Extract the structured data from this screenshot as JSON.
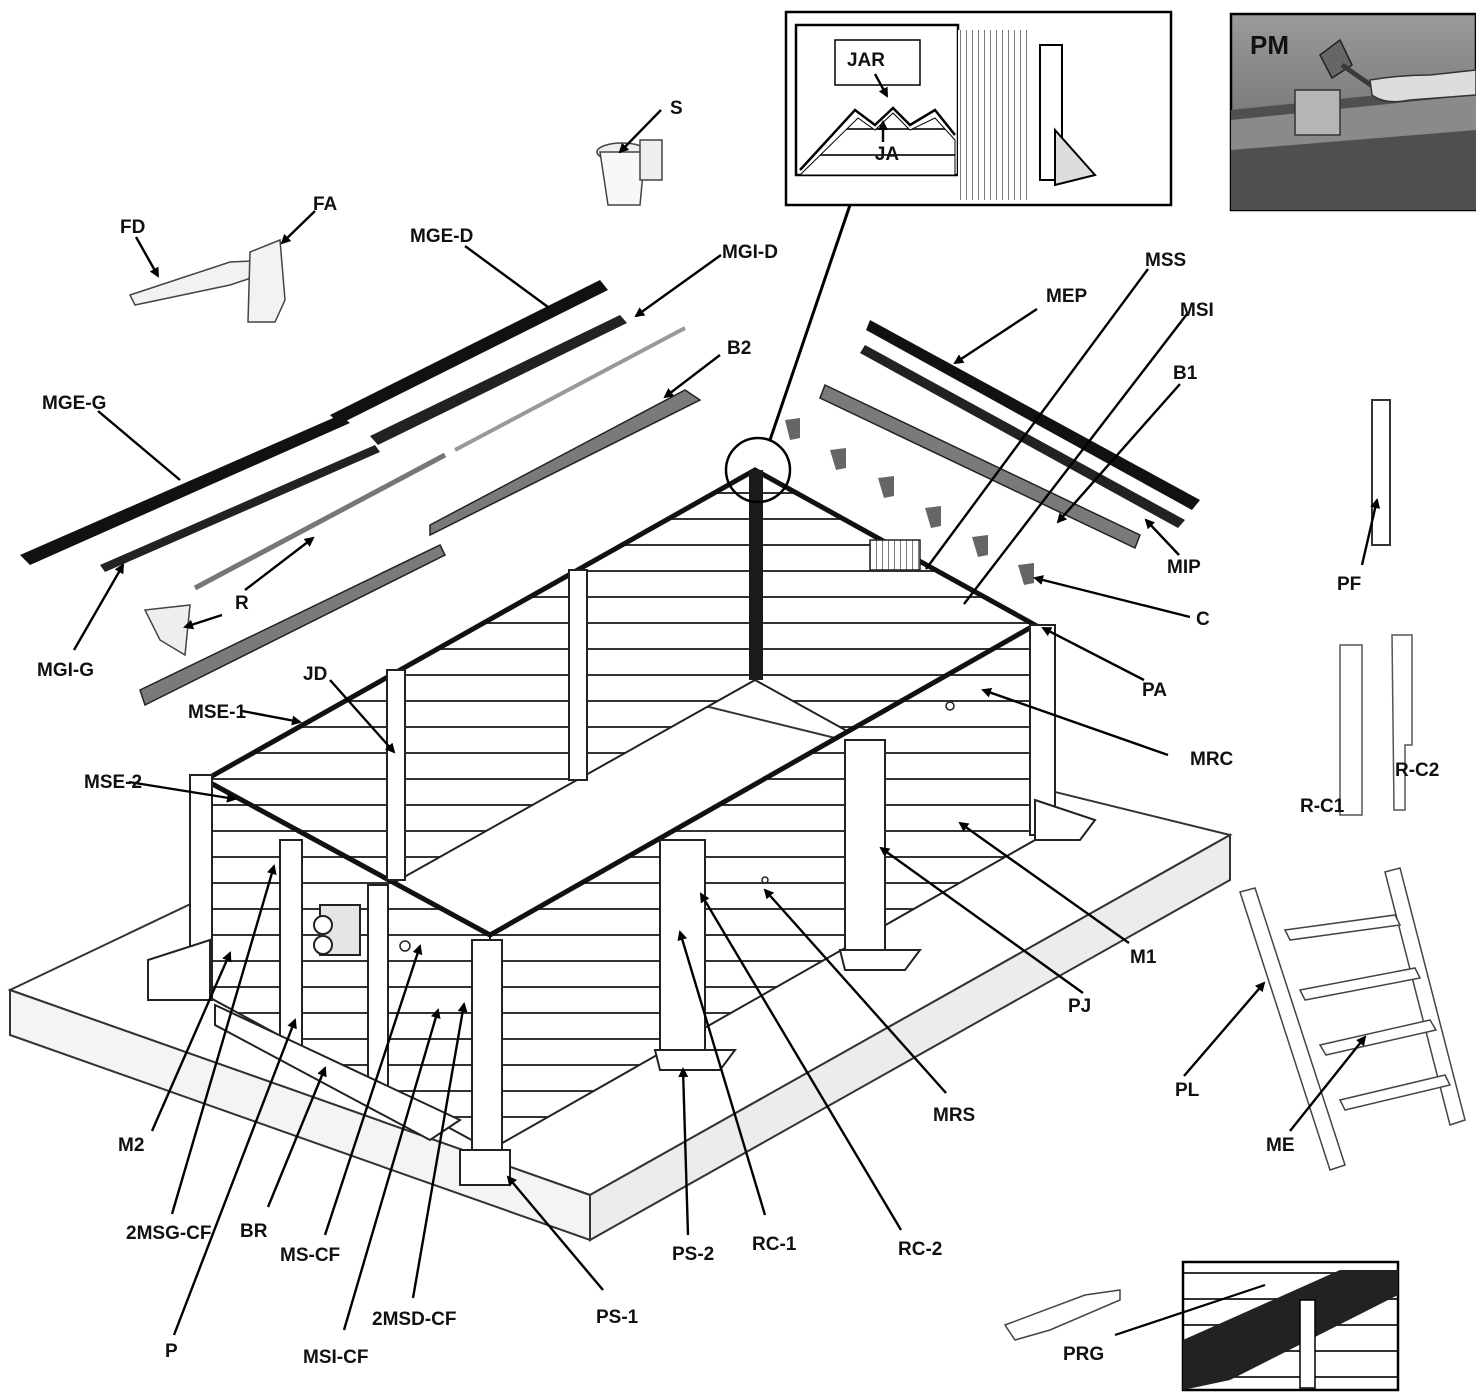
{
  "diagram": {
    "labels": {
      "S": "S",
      "FA": "FA",
      "FD": "FD",
      "MGE_D": "MGE-D",
      "MGI_D": "MGI-D",
      "MSS": "MSS",
      "MSI": "MSI",
      "MEP": "MEP",
      "B2": "B2",
      "B1": "B1",
      "MGE_G": "MGE-G",
      "MGI_G": "MGI-G",
      "R": "R",
      "MIP": "MIP",
      "C": "C",
      "PF": "PF",
      "JD": "JD",
      "MSE_1": "MSE-1",
      "MSE_2": "MSE-2",
      "PA": "PA",
      "MRC": "MRC",
      "R_C1": "R-C1",
      "R_C2": "R-C2",
      "M1": "M1",
      "PJ": "PJ",
      "PL": "PL",
      "ME": "ME",
      "MRS": "MRS",
      "M2": "M2",
      "MSG_CF": "2MSG-CF",
      "BR": "BR",
      "MS_CF": "MS-CF",
      "P": "P",
      "MSI_CF": "MSI-CF",
      "MSD_CF": "2MSD-CF",
      "PS_1": "PS-1",
      "PS_2": "PS-2",
      "RC_1": "RC-1",
      "RC_2": "RC-2",
      "PRG": "PRG"
    },
    "inset_detail": {
      "JAR": "JAR",
      "JA": "JA"
    },
    "inset_photo": {
      "PM": "PM"
    }
  }
}
